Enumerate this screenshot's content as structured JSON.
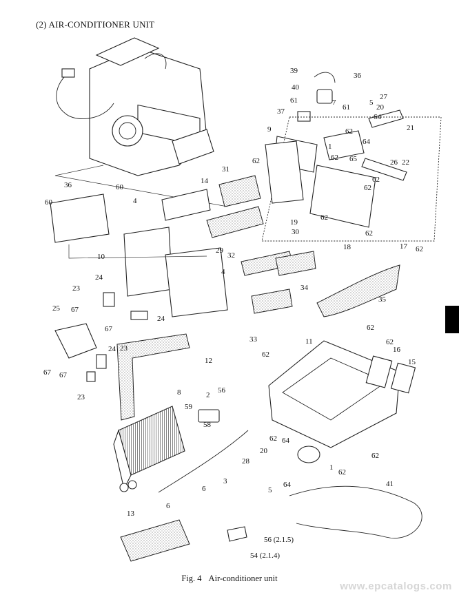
{
  "page": {
    "section_title": "(2)  AIR-CONDITIONER UNIT",
    "figure_label": "Fig. 4",
    "figure_title": "Air-conditioner unit",
    "watermark": "www.epcatalogs.com"
  },
  "callouts": [
    {
      "id": "c39",
      "text": "39"
    },
    {
      "id": "c36a",
      "text": "36"
    },
    {
      "id": "c40",
      "text": "40"
    },
    {
      "id": "c61a",
      "text": "61"
    },
    {
      "id": "c7",
      "text": "7"
    },
    {
      "id": "c61b",
      "text": "61"
    },
    {
      "id": "c5a",
      "text": "5"
    },
    {
      "id": "c27",
      "text": "27"
    },
    {
      "id": "c20a",
      "text": "20"
    },
    {
      "id": "c64a",
      "text": "64"
    },
    {
      "id": "c37",
      "text": "37"
    },
    {
      "id": "c62a",
      "text": "62"
    },
    {
      "id": "c21",
      "text": "21"
    },
    {
      "id": "c9",
      "text": "9"
    },
    {
      "id": "c1a",
      "text": "1"
    },
    {
      "id": "c64b",
      "text": "64"
    },
    {
      "id": "c62b",
      "text": "62"
    },
    {
      "id": "c65",
      "text": "65"
    },
    {
      "id": "c26",
      "text": "26"
    },
    {
      "id": "c22",
      "text": "22"
    },
    {
      "id": "c62c",
      "text": "62"
    },
    {
      "id": "c31",
      "text": "31"
    },
    {
      "id": "c62d",
      "text": "62"
    },
    {
      "id": "c14",
      "text": "14"
    },
    {
      "id": "c62e",
      "text": "62"
    },
    {
      "id": "c36b",
      "text": "36"
    },
    {
      "id": "c60a",
      "text": "60"
    },
    {
      "id": "c60b",
      "text": "60"
    },
    {
      "id": "c4a",
      "text": "4"
    },
    {
      "id": "c62f",
      "text": "62"
    },
    {
      "id": "c19",
      "text": "19"
    },
    {
      "id": "c30",
      "text": "30"
    },
    {
      "id": "c29",
      "text": "29"
    },
    {
      "id": "c32",
      "text": "32"
    },
    {
      "id": "c62g",
      "text": "62"
    },
    {
      "id": "c18",
      "text": "18"
    },
    {
      "id": "c17",
      "text": "17"
    },
    {
      "id": "c62h",
      "text": "62"
    },
    {
      "id": "c10",
      "text": "10"
    },
    {
      "id": "c4b",
      "text": "4"
    },
    {
      "id": "c23a",
      "text": "23"
    },
    {
      "id": "c24a",
      "text": "24"
    },
    {
      "id": "c34",
      "text": "34"
    },
    {
      "id": "c35",
      "text": "35"
    },
    {
      "id": "c25",
      "text": "25"
    },
    {
      "id": "c67a",
      "text": "67"
    },
    {
      "id": "c24b",
      "text": "24"
    },
    {
      "id": "c67b",
      "text": "67"
    },
    {
      "id": "c62i",
      "text": "62"
    },
    {
      "id": "c33",
      "text": "33"
    },
    {
      "id": "c11",
      "text": "11"
    },
    {
      "id": "c62j",
      "text": "62"
    },
    {
      "id": "c24c",
      "text": "24"
    },
    {
      "id": "c23b",
      "text": "23"
    },
    {
      "id": "c16",
      "text": "16"
    },
    {
      "id": "c15",
      "text": "15"
    },
    {
      "id": "c12",
      "text": "12"
    },
    {
      "id": "c62k",
      "text": "62"
    },
    {
      "id": "c67c",
      "text": "67"
    },
    {
      "id": "c67d",
      "text": "67"
    },
    {
      "id": "c23c",
      "text": "23"
    },
    {
      "id": "c8",
      "text": "8"
    },
    {
      "id": "c56a",
      "text": "56"
    },
    {
      "id": "c2",
      "text": "2"
    },
    {
      "id": "c59",
      "text": "59"
    },
    {
      "id": "c58",
      "text": "58"
    },
    {
      "id": "c62l",
      "text": "62"
    },
    {
      "id": "c64c",
      "text": "64"
    },
    {
      "id": "c62m",
      "text": "62"
    },
    {
      "id": "c28",
      "text": "28"
    },
    {
      "id": "c20b",
      "text": "20"
    },
    {
      "id": "c3",
      "text": "3"
    },
    {
      "id": "c1b",
      "text": "1"
    },
    {
      "id": "c62n",
      "text": "62"
    },
    {
      "id": "c5b",
      "text": "5"
    },
    {
      "id": "c64d",
      "text": "64"
    },
    {
      "id": "c6a",
      "text": "6"
    },
    {
      "id": "c41",
      "text": "41"
    },
    {
      "id": "c6b",
      "text": "6"
    },
    {
      "id": "c13",
      "text": "13"
    },
    {
      "id": "c56b",
      "text": "56 (2.1.5)"
    },
    {
      "id": "c54",
      "text": "54 (2.1.4)"
    }
  ]
}
